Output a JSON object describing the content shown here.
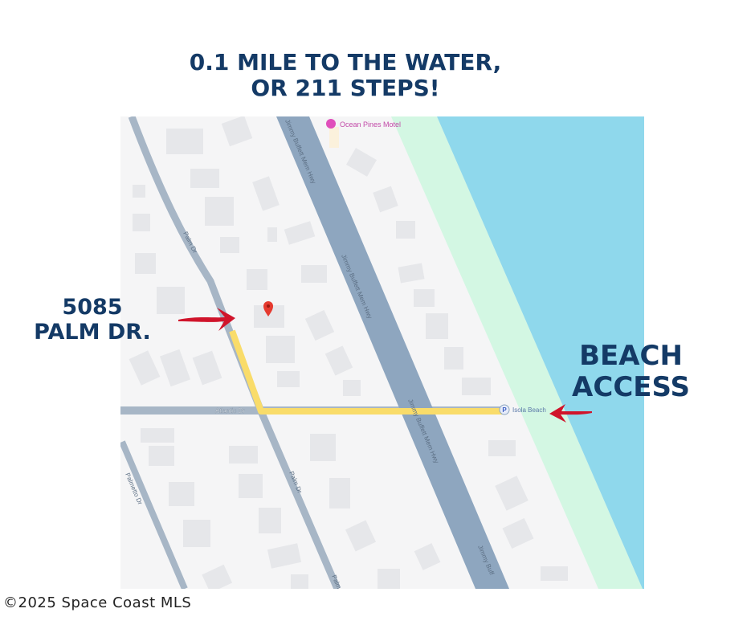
{
  "headline": {
    "line1": "0.1 MILE TO THE WATER,",
    "line2": "OR 211 STEPS!"
  },
  "callouts": {
    "address_line1": "5085",
    "address_line2": "PALM DR.",
    "beach_line1": "BEACH",
    "beach_line2": "ACCESS"
  },
  "map": {
    "labels": {
      "motel": "Ocean Pines Motel",
      "highway_top": "Jimmy Buffett Mem Hwy",
      "highway_mid": "Jimmy Buffett Mem Hwy",
      "highway_low": "Jimmy Buffett Mem Hwy",
      "highway_bottom": "Jimmy Buff",
      "palm_top": "Palm Dr",
      "palm_mid": "Palm Dr",
      "palm_bottom": "Palm Dr",
      "palmetto": "Palmetto Dr",
      "atlantic": "Atlantic Dr",
      "beach": "Isola Beach",
      "parking_glyph": "P"
    },
    "colors": {
      "water": "#8fd8ec",
      "sand": "#d3f7e3",
      "road": "#8ea6bf",
      "route": "#f9dc6a",
      "arrow": "#d0142b",
      "land": "#f5f5f6",
      "building": "#e6e7ea"
    }
  },
  "copyright": "©2025 Space Coast MLS"
}
